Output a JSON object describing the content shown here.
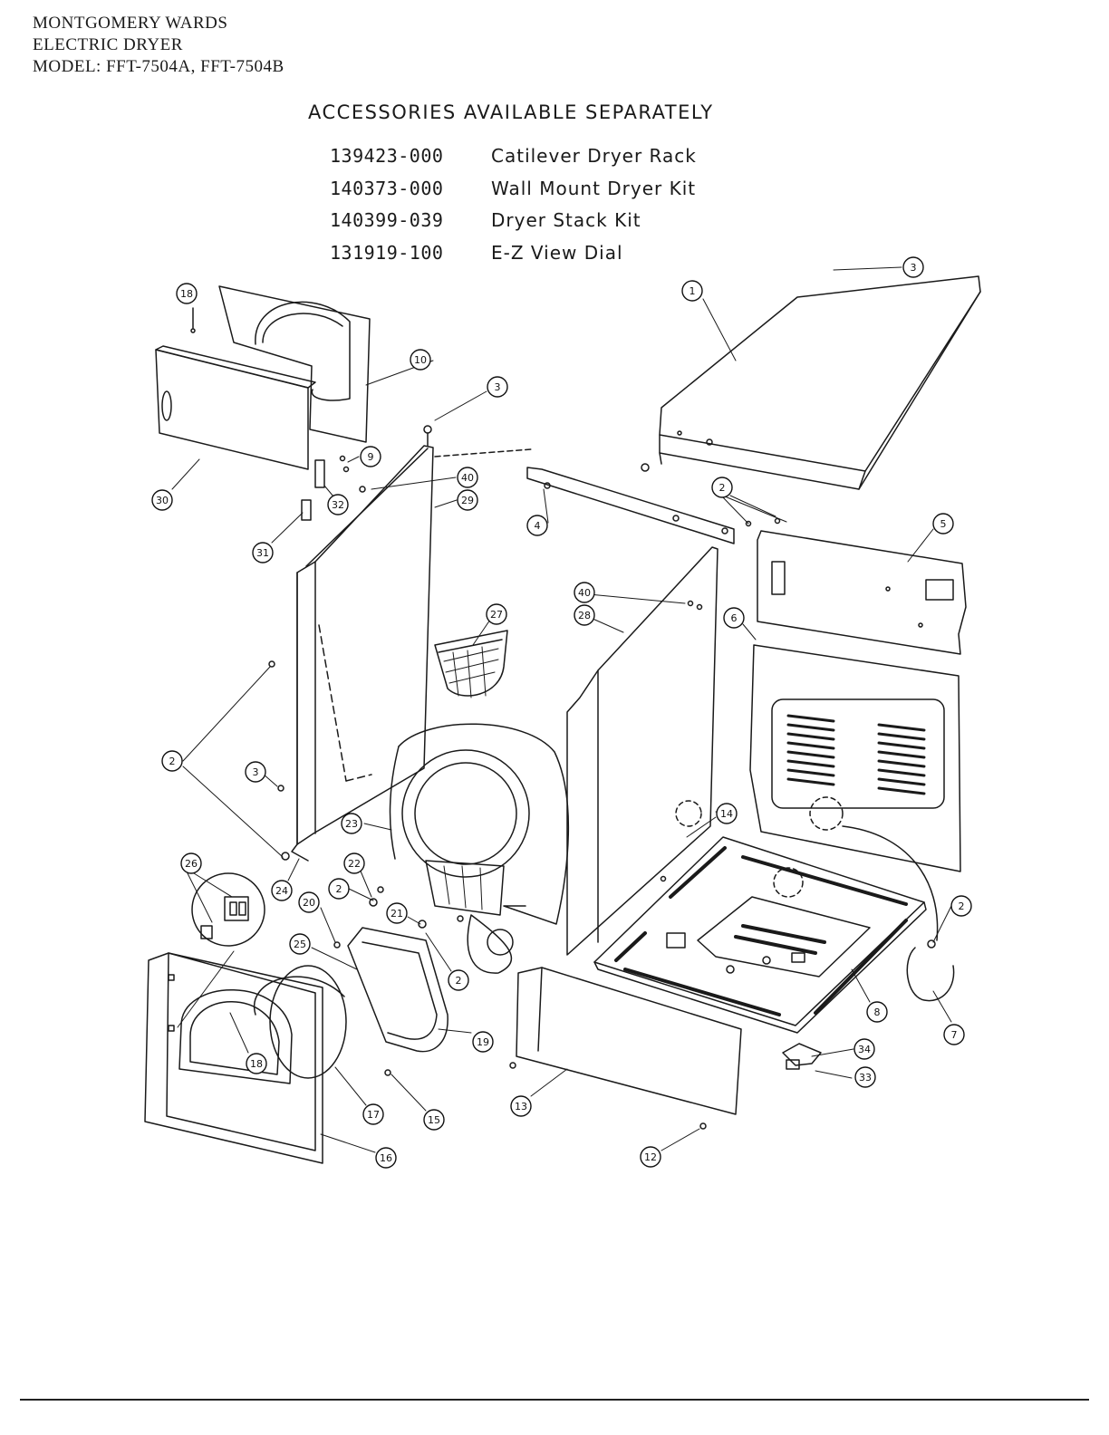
{
  "header": {
    "line1": "MONTGOMERY WARDS",
    "line2": "ELECTRIC DRYER",
    "line3": "MODEL: FFT-7504A, FFT-7504B"
  },
  "accessories": {
    "title": "ACCESSORIES AVAILABLE SEPARATELY",
    "items": [
      {
        "part": "139423-000",
        "desc": "Catilever Dryer Rack"
      },
      {
        "part": "140373-000",
        "desc": "Wall Mount Dryer Kit"
      },
      {
        "part": "140399-039",
        "desc": "Dryer Stack Kit"
      },
      {
        "part": "131919-100",
        "desc": "E-Z View Dial"
      }
    ]
  },
  "callouts": [
    "1",
    "2",
    "3",
    "4",
    "5",
    "6",
    "7",
    "8",
    "9",
    "10",
    "12",
    "13",
    "14",
    "15",
    "16",
    "17",
    "18",
    "19",
    "20",
    "21",
    "22",
    "23",
    "24",
    "25",
    "26",
    "27",
    "28",
    "29",
    "30",
    "31",
    "32",
    "33",
    "34",
    "40"
  ]
}
